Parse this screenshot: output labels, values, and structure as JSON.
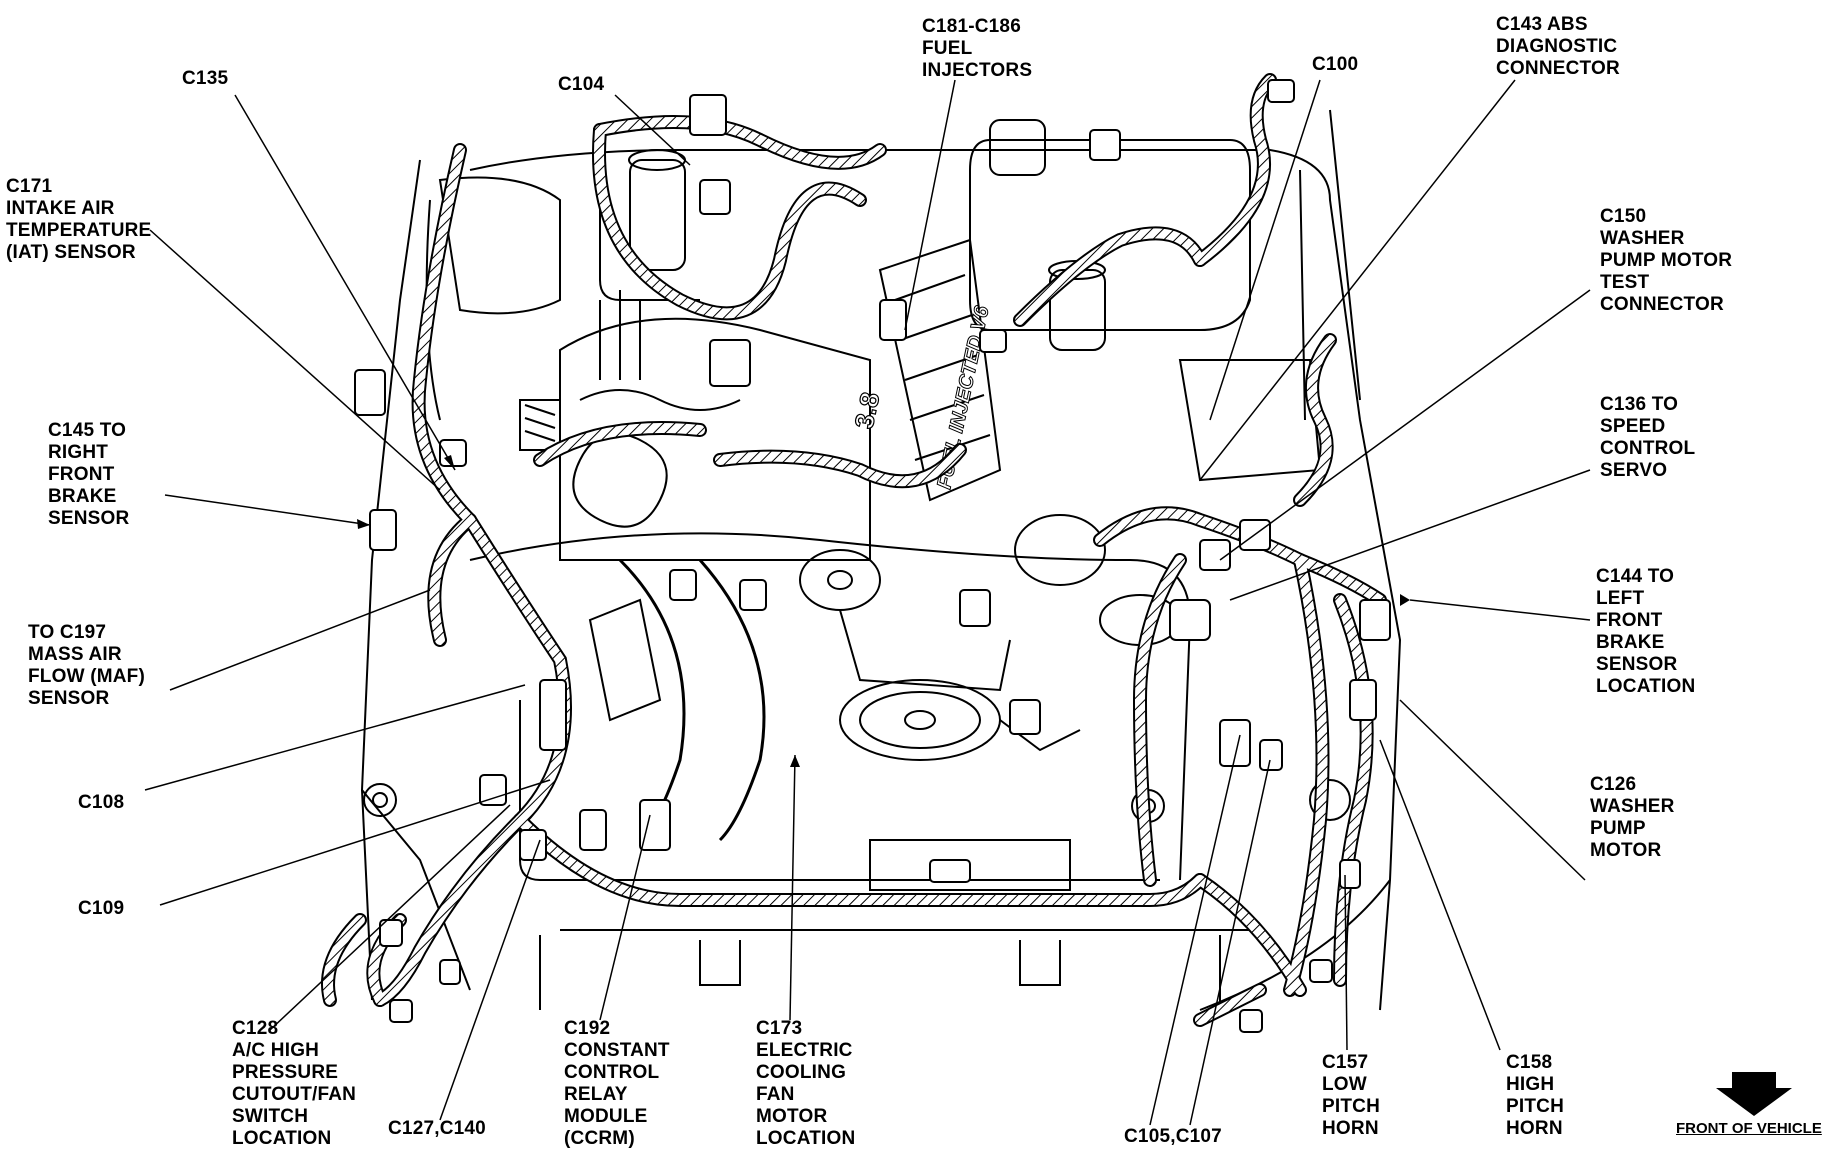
{
  "labels": {
    "c135": "C135",
    "c104": "C104",
    "c181": "C181-C186\nFUEL\nINJECTORS",
    "c143": "C143 ABS\nDIAGNOSTIC\nCONNECTOR",
    "c100": "C100",
    "c171": "C171\nINTAKE AIR\nTEMPERATURE\n(IAT) SENSOR",
    "c150": "C150\nWASHER\nPUMP MOTOR\nTEST\nCONNECTOR",
    "c145": "C145 TO\nRIGHT\nFRONT\nBRAKE\nSENSOR",
    "c136": "C136 TO\nSPEED\nCONTROL\nSERVO",
    "c144": "C144 TO\nLEFT\nFRONT\nBRAKE\nSENSOR\nLOCATION",
    "c197": "TO C197\nMASS AIR\nFLOW (MAF)\nSENSOR",
    "c108": "C108",
    "c126": "C126\nWASHER\nPUMP\nMOTOR",
    "c109": "C109",
    "c128": "C128\nA/C HIGH\nPRESSURE\nCUTOUT/FAN\nSWITCH\nLOCATION",
    "c127": "C127,C140",
    "c192": "C192\nCONSTANT\nCONTROL\nRELAY\nMODULE\n(CCRM)",
    "c173": "C173\nELECTRIC\nCOOLING\nFAN\nMOTOR\nLOCATION",
    "c105": "C105,C107",
    "c157": "C157\nLOW\nPITCH\nHORN",
    "c158": "C158\nHIGH\nPITCH\nHORN"
  },
  "engine_cover_text": "FUEL INJECTED V6",
  "engine_size_text": "3.8",
  "front_of_vehicle": "FRONT OF VEHICLE",
  "icons": {
    "front_arrow": "down-arrow-icon"
  }
}
